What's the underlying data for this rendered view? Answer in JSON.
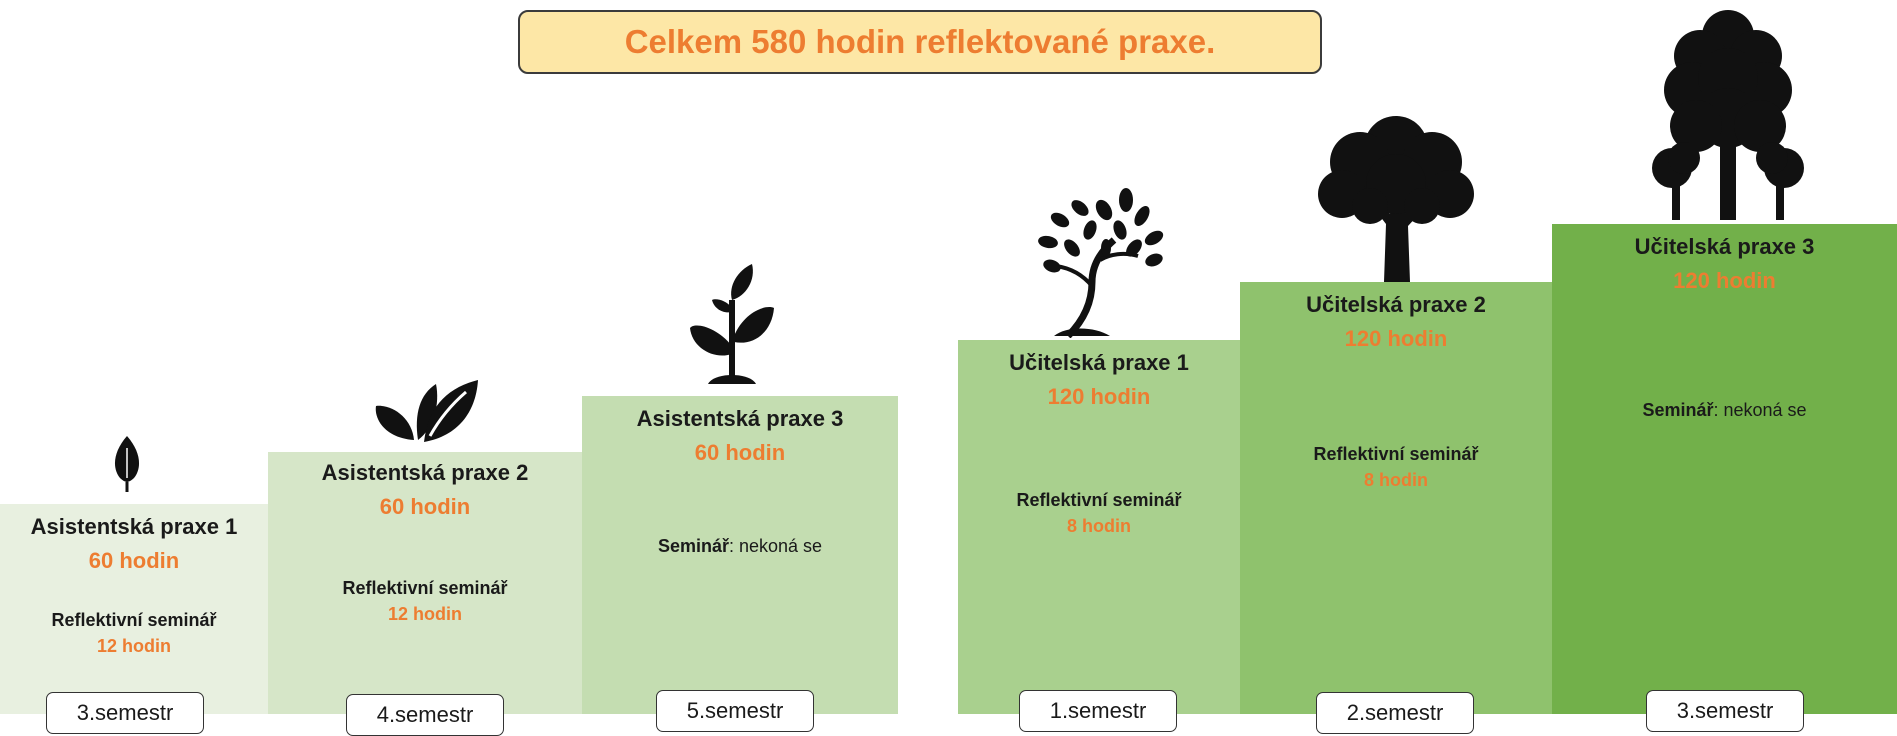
{
  "banner": {
    "text": "Celkem 580 hodin reflektované praxe."
  },
  "colors": {
    "banner_bg": "#fde7a6",
    "accent_orange": "#ed7d31",
    "step_1": "#e8f0e0",
    "step_2": "#d6e6c8",
    "step_3": "#c4ddb1",
    "step_4": "#a9d08e",
    "step_5": "#8fc26d",
    "step_6": "#72b04a"
  },
  "steps": [
    {
      "title": "Asistentská praxe 1",
      "hours": "60 hodin",
      "seminar_label": "Reflektivní seminář",
      "seminar_note": "",
      "seminar_hours": "12 hodin",
      "semester": "3.semestr",
      "icon": "leaf-icon"
    },
    {
      "title": "Asistentská praxe 2",
      "hours": "60 hodin",
      "seminar_label": "Reflektivní seminář",
      "seminar_note": "",
      "seminar_hours": "12 hodin",
      "semester": "4.semestr",
      "icon": "leaves-icon"
    },
    {
      "title": "Asistentská praxe 3",
      "hours": "60 hodin",
      "seminar_label": "Seminář",
      "seminar_note": ": nekoná se",
      "seminar_hours": "",
      "semester": "5.semestr",
      "icon": "sprout-icon"
    },
    {
      "title": "Učitelská praxe 1",
      "hours": "120 hodin",
      "seminar_label": "Reflektivní seminář",
      "seminar_note": "",
      "seminar_hours": "8 hodin",
      "semester": "1.semestr",
      "icon": "young-tree-icon"
    },
    {
      "title": "Učitelská praxe 2",
      "hours": "120 hodin",
      "seminar_label": "Reflektivní seminář",
      "seminar_note": "",
      "seminar_hours": "8 hodin",
      "semester": "2.semestr",
      "icon": "tree-icon"
    },
    {
      "title": "Učitelská praxe 3",
      "hours": "120 hodin",
      "seminar_label": "Seminář",
      "seminar_note": ": nekoná se",
      "seminar_hours": "",
      "semester": "3.semestr",
      "icon": "large-tree-icon"
    }
  ]
}
